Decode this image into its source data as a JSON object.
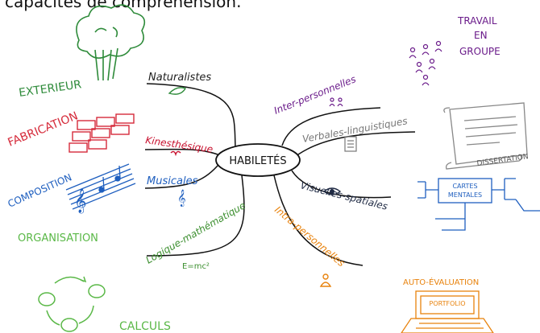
{
  "top_text": "capacités de compréhension.",
  "center": {
    "label": "HABILETÉS"
  },
  "branches": [
    {
      "id": "naturalistes",
      "label": "Naturalistes",
      "color": "#1f1f1f"
    },
    {
      "id": "kinesthesique",
      "label": "Kinesthésique",
      "color": "#c8102e"
    },
    {
      "id": "musicales",
      "label": "Musicales",
      "color": "#1f5fbf"
    },
    {
      "id": "logique",
      "label": "Logique-mathématique",
      "color": "#3c8f2f",
      "formula": "E=mc²"
    },
    {
      "id": "inter",
      "label": "Inter-personnelles",
      "color": "#6a1b8a"
    },
    {
      "id": "verbales",
      "label": "Verbales-linguistiques",
      "color": "#777777"
    },
    {
      "id": "visuelles",
      "label": "Visuelles-spatiales",
      "color": "#1f2a44"
    },
    {
      "id": "intra",
      "label": "Intra-personnelles",
      "color": "#e8820c"
    }
  ],
  "left_notes": {
    "exterieur": "EXTERIEUR",
    "fabrication": "FABRICATION",
    "composition": "COMPOSITION",
    "organisation": "ORGANISATION",
    "calculs": "CALCULS"
  },
  "right_notes": {
    "travail_line1": "TRAVAIL",
    "travail_line2": "EN",
    "travail_line3": "GROUPE",
    "dissertation": "DISSERTATION",
    "cartes_line1": "CARTES",
    "cartes_line2": "MENTALES",
    "auto": "AUTO-ÉVALUATION",
    "portfolio": "PORTFOLIO"
  },
  "colors": {
    "green": "#2e8b3a",
    "red": "#d62b3b",
    "blue": "#1f5fbf",
    "lightgreen": "#5ab847",
    "purple": "#6a1b8a",
    "gray": "#888888",
    "orange": "#e8820c"
  }
}
